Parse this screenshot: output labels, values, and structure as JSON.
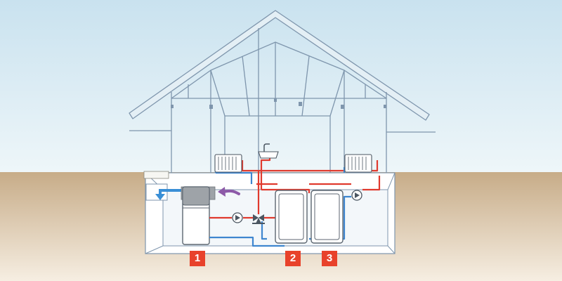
{
  "labels": {
    "heat_pump": "1",
    "storage_tank": "2",
    "buffer_tank": "3"
  },
  "colors": {
    "sky_top": "#c9e2ef",
    "sky_bottom": "#eef6f9",
    "ground_top": "#c7ac88",
    "ground_bottom": "#f6eee2",
    "outline": "#7f96ad",
    "hot_pipe": "#e03a2e",
    "cold_pipe": "#3f86cf",
    "label_bg": "#e8422b",
    "exhaust_arrow": "#3a8fd6",
    "intake_arrow": "#8d5aa8"
  },
  "icons": [
    "radiator-icon",
    "sink-icon",
    "pump-icon",
    "valve-icon",
    "fan-icon"
  ]
}
